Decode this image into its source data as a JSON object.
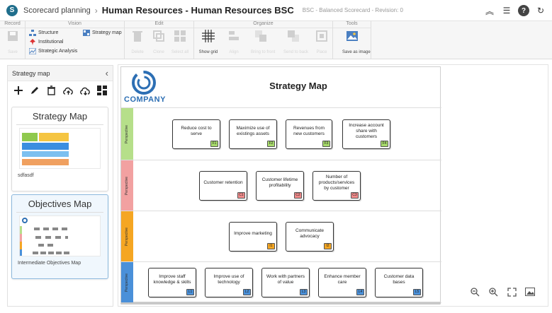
{
  "titlebar": {
    "app": "Scorecard planning",
    "title": "Human Resources - Human Resources BSC",
    "meta": "BSC - Balanced Scorecard - Revision: 0"
  },
  "ribbon": {
    "groups": {
      "record": "Record",
      "vision": "Vision",
      "edit": "Edit",
      "organize": "Organize",
      "tools": "Tools"
    },
    "save": "Save",
    "structure": "Structure",
    "institutional": "Institutional",
    "strategic_analysis": "Strategic Analysis",
    "strategy_map": "Strategy map",
    "delete": "Delete",
    "clone": "Clone",
    "select_all": "Select all",
    "show_grid": "Show grid",
    "align": "Align",
    "bring_to_front": "Bring to front",
    "send_to_back": "Send to back",
    "place": "Place",
    "save_as_image": "Save as image"
  },
  "left_panel": {
    "title": "Strategy map",
    "cards": [
      {
        "title": "Strategy Map",
        "subtitle": "sdfasdf"
      },
      {
        "title": "Objectives Map",
        "subtitle": "Intermediate Objectives Map"
      }
    ]
  },
  "sheet": {
    "company": "COMPANY",
    "title": "Strategy Map",
    "lane_label": "Perspective",
    "lanes": [
      {
        "color": "#b6df8a",
        "badge": "#a6d96a"
      },
      {
        "color": "#f2a1a1",
        "badge": "#f08a8a"
      },
      {
        "color": "#f5a623",
        "badge": "#f5a623"
      },
      {
        "color": "#4a90d9",
        "badge": "#4a90d9"
      }
    ],
    "objectives": [
      {
        "label": "Reduce cost to serve",
        "code": "F1"
      },
      {
        "label": "Maximize use of existings assets",
        "code": "F2"
      },
      {
        "label": "Revenues from new customers",
        "code": "F3"
      },
      {
        "label": "Increase account share with customers",
        "code": "F4"
      },
      {
        "label": "Customer retention",
        "code": "C1"
      },
      {
        "label": "Customer lifetime profitability",
        "code": "C2"
      },
      {
        "label": "Number of products/services by customer",
        "code": "C3"
      },
      {
        "label": "Improve marketing",
        "code": "I1"
      },
      {
        "label": "Communicate advocacy",
        "code": "I2"
      },
      {
        "label": "Improve staff knowledge & skills",
        "code": "L1"
      },
      {
        "label": "Improve use of technology",
        "code": "L2"
      },
      {
        "label": "Work with partners of value",
        "code": "L3"
      },
      {
        "label": "Enhance member care",
        "code": "L4"
      },
      {
        "label": "Customer data bases",
        "code": "L5"
      }
    ]
  }
}
